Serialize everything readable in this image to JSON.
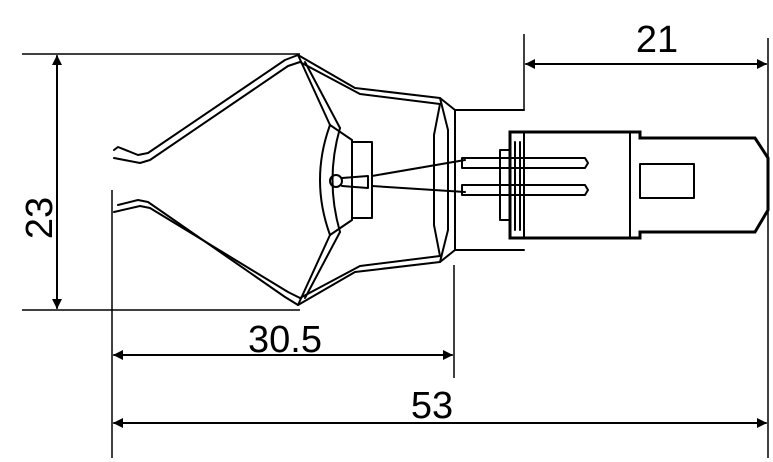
{
  "drawing": {
    "dimensions": {
      "height": "23",
      "neck_length": "30.5",
      "base_length": "21",
      "total_length": "53"
    }
  }
}
